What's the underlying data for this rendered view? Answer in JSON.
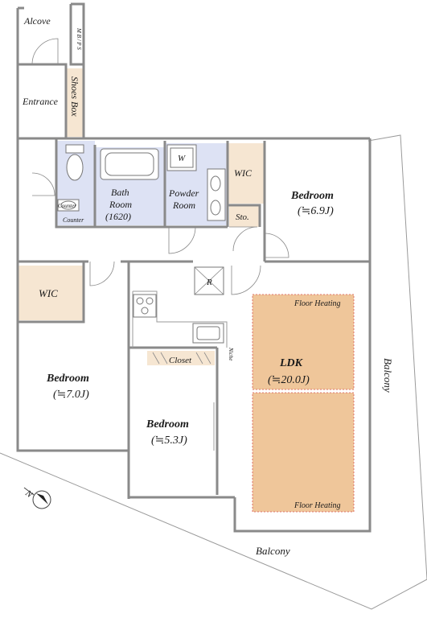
{
  "colors": {
    "wall": "#8a8a8a",
    "storage_fill": "#f6e6d2",
    "wet_area_fill": "#dde2f4",
    "floor_heating_fill": "#efc69a",
    "floor_heating_border": "#d9534f"
  },
  "icons": {
    "compass": "north-arrow-icon",
    "stove": "stove-burners-icon",
    "fridge": "refrigerator-icon",
    "bathtub": "bathtub-icon",
    "toilet": "toilet-icon",
    "sink": "sink-icon"
  },
  "rooms": {
    "alcove": "Alcove",
    "mb_ps": "M B / P S",
    "entrance": "Entrance",
    "shoes_box": "Shoes Box",
    "bath_room": [
      "Bath",
      "Room",
      "(1620)"
    ],
    "counter_1": "Counter",
    "counter_2": "Counter",
    "washer": "W",
    "powder_room": [
      "Powder",
      "Room"
    ],
    "wic_top": "WIC",
    "sto": "Sto.",
    "bedroom_1": [
      "Bedroom",
      "(≒6.9J)"
    ],
    "wic_left": "WIC",
    "bedroom_2": [
      "Bedroom",
      "(≒7.0J)"
    ],
    "bedroom_3": [
      "Bedroom",
      "(≒5.3J)"
    ],
    "closet": "Closet",
    "niche": "Niche",
    "refrigerator": "R",
    "ldk": [
      "LDK",
      "(≒20.0J)"
    ],
    "floor_heating_top": "Floor Heating",
    "floor_heating_bottom": "Floor Heating",
    "balcony_right": "Balcony",
    "balcony_bottom": "Balcony",
    "north": "N"
  }
}
